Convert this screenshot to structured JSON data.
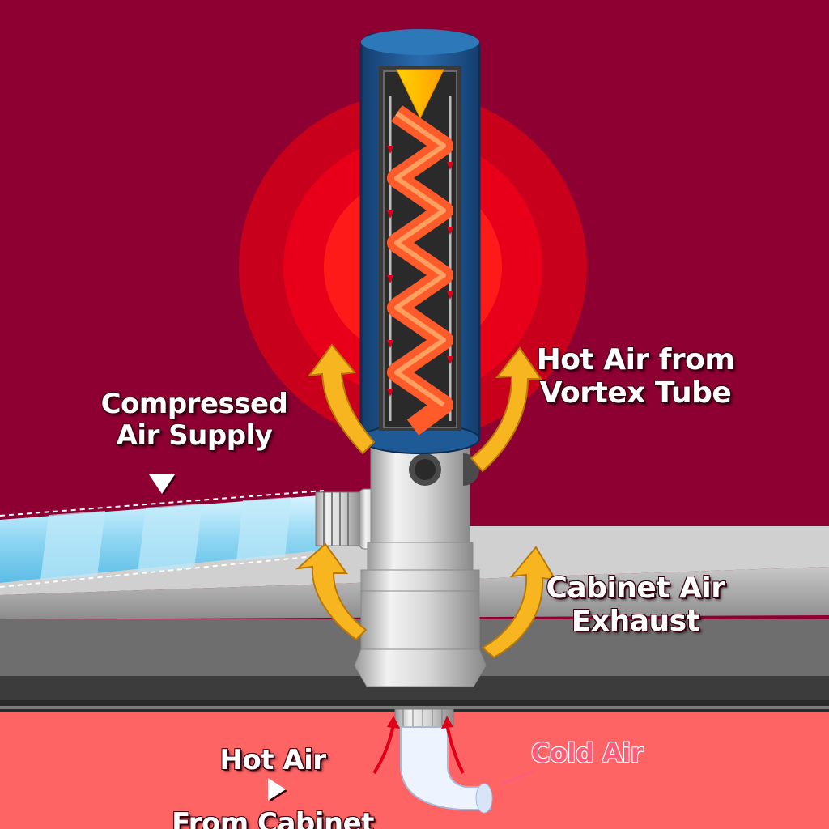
{
  "labels": {
    "compressed_line1": "Compressed",
    "compressed_line2": "Air Supply",
    "hot_vortex_line1": "Hot Air from",
    "hot_vortex_line2": "Vortex Tube",
    "exhaust_line1": "Cabinet Air",
    "exhaust_line2": "Exhaust",
    "hot_cabinet_line1": "Hot Air",
    "hot_cabinet_line2": "From Cabinet",
    "cold_air": "Cold Air"
  },
  "icons": {
    "down_pointer": "triangle-down-icon",
    "right_pointer": "triangle-right-icon",
    "flow_arrow": "curved-arrow-icon"
  },
  "colors": {
    "background": "#8e0032",
    "heat_rings": [
      "#c8001c",
      "#e8001a",
      "#ff1a1a",
      "#ff5a1a"
    ],
    "tube_body": "#1e5a96",
    "tube_rim": "#2d78b8",
    "spiral": "#ff5a2a",
    "flow_arrows": "#f7b520",
    "cabinet_floor": "#ff6464",
    "cabinet_top": "#bfbfbf",
    "hose": "#9fdcf2",
    "cold_air_text": "#ff5c7a"
  }
}
